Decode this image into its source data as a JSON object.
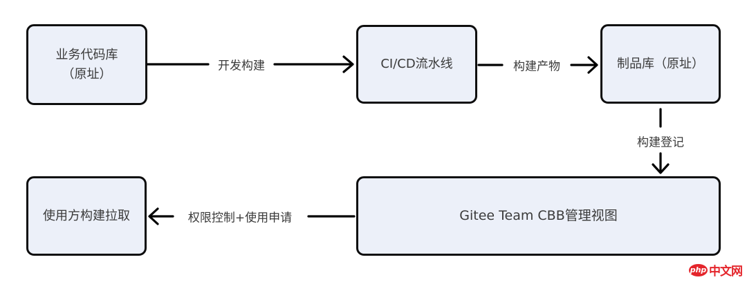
{
  "diagram": {
    "colors": {
      "background": "#ffffff",
      "node_fill": "#ecf0f9",
      "node_border": "#0d0d0d",
      "text": "#3a3a3a",
      "line": "#000000"
    },
    "nodes": [
      {
        "name": "business-code-repo",
        "label": "业务代码库\n（原址）"
      },
      {
        "name": "cicd-pipeline",
        "label": "CI/CD流水线"
      },
      {
        "name": "artifact-repo",
        "label": "制品库（原址）"
      },
      {
        "name": "gitee-team-cbb-view",
        "label": "Gitee Team CBB管理视图"
      },
      {
        "name": "consumer-build-pull",
        "label": "使用方构建拉取"
      }
    ],
    "edges": [
      {
        "from": "business-code-repo",
        "to": "cicd-pipeline",
        "label": "开发构建"
      },
      {
        "from": "cicd-pipeline",
        "to": "artifact-repo",
        "label": "构建产物"
      },
      {
        "from": "artifact-repo",
        "to": "gitee-team-cbb-view",
        "label": "构建登记"
      },
      {
        "from": "gitee-team-cbb-view",
        "to": "consumer-build-pull",
        "label": "权限控制+使用申请"
      }
    ]
  },
  "watermark": {
    "badge": "php",
    "text": "中文网",
    "color": "#e4252b"
  }
}
